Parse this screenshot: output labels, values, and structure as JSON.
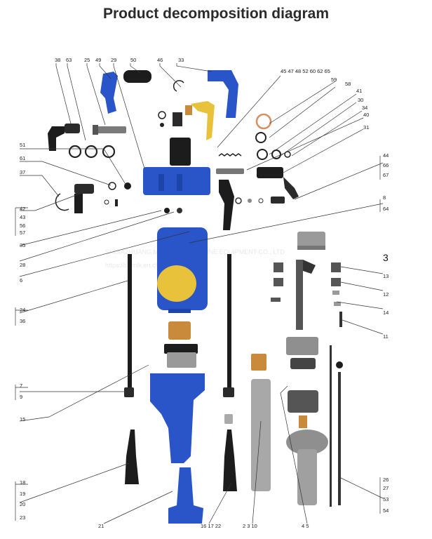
{
  "title": "Product decomposition diagram",
  "watermark": {
    "company": "SHIJIAZHUANG MOLONG COAL MINE EQUIPMENT CO., LTD",
    "url": "https://sjzmlk.en.china.cn/"
  },
  "big_label": "3",
  "colors": {
    "blue": "#2a55c9",
    "yellow": "#e8c23a",
    "black": "#1c1c1c",
    "steel": "#9a9a9a",
    "bronze": "#c98a3c"
  },
  "callouts": [
    "38",
    "63",
    "25",
    "49",
    "29",
    "50",
    "46",
    "33",
    "45 47 48 52 60 62 65",
    "59",
    "58",
    "41",
    "30",
    "34",
    "40",
    "31",
    "51",
    "61",
    "37",
    "42",
    "43",
    "56",
    "57",
    "44",
    "66",
    "67",
    "8",
    "64",
    "35",
    "28",
    "6",
    "13",
    "12",
    "14",
    "11",
    "24",
    "36",
    "7",
    "9",
    "15",
    "18",
    "19",
    "20",
    "23",
    "21",
    "16 17 22",
    "2 3 10",
    "4 5",
    "26",
    "27",
    "53",
    "54"
  ]
}
